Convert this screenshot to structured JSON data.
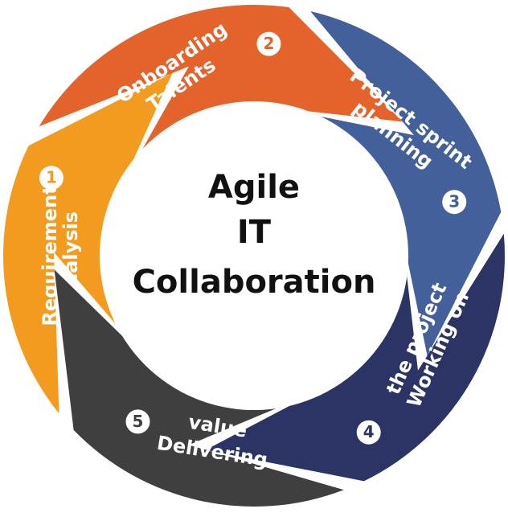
{
  "center": {
    "lines": [
      "Agile",
      "IT",
      "Collaboration"
    ]
  },
  "segments": [
    {
      "number": "1",
      "lines": [
        "Requirement",
        "analysis"
      ],
      "color": "#F39B1F"
    },
    {
      "number": "2",
      "lines": [
        "Onboarding",
        "Talents"
      ],
      "color": "#E4632A"
    },
    {
      "number": "3",
      "lines": [
        "Project sprint",
        "planning"
      ],
      "color": "#43609A"
    },
    {
      "number": "4",
      "lines": [
        "Working on",
        "the project"
      ],
      "color": "#2B3464"
    },
    {
      "number": "5",
      "lines": [
        "Delivering",
        "value"
      ],
      "color": "#3F3F40"
    }
  ]
}
